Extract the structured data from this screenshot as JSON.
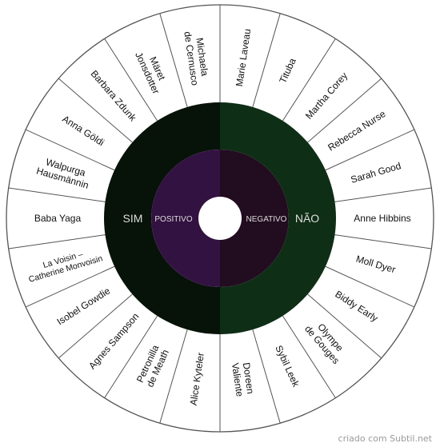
{
  "wheel": {
    "left_options": [
      "Alice Kyteler",
      "Petronilla de Meath",
      "Agnes Sampson",
      "Isobel Gowdie",
      "La Voisin – Catherine Monvoisin",
      "Baba Yaga",
      "Walpurga Hausmännin",
      "Anna Göldi",
      "Barbara Zdunk",
      "Märet Jonsdotter",
      "Michaela de Cernusco"
    ],
    "right_options": [
      "Marie Laveau",
      "Tituba",
      "Martha Corey",
      "Rebecca Nurse",
      "Sarah Good",
      "Anne Hibbins",
      "Moll Dyer",
      "Biddy Early",
      "Olympe de Gouges",
      "Sybil Leek",
      "Doreen Valiente"
    ],
    "ring_labels": {
      "left": "SIM",
      "right": "NÃO"
    },
    "inner_labels": {
      "left": "POSITIVO",
      "right": "NEGATIVO"
    },
    "colors": {
      "outer_left": "#0f2e16",
      "outer_right": "#071208",
      "inner_left": "#220c20",
      "inner_right": "#321241",
      "label_text": "#dddddd",
      "option_text": "#111111"
    }
  },
  "footer": {
    "credit": "criado com Subtil.net"
  }
}
